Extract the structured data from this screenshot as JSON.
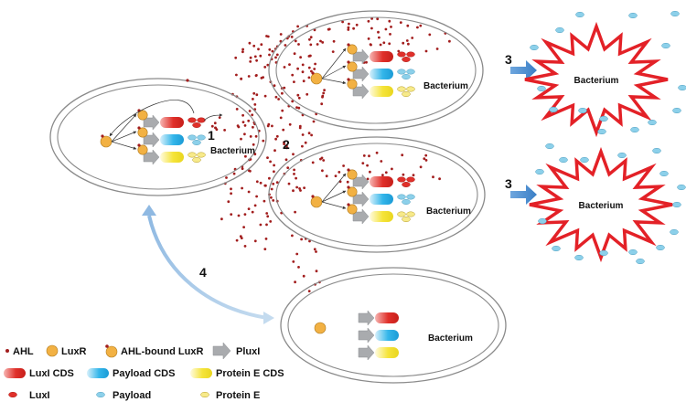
{
  "steps": {
    "s1": "1",
    "s2": "2",
    "s3a": "3",
    "s3b": "3",
    "s4": "4"
  },
  "cells": {
    "cell1": "Bacterium",
    "cell2": "Bacterium",
    "cell3": "Bacterium",
    "cell4": "Bacterium",
    "burst1": "Bacterium",
    "burst2": "Bacterium"
  },
  "legend": {
    "ahl": "AHL",
    "luxr": "LuxR",
    "ahl_bound_luxr": "AHL-bound LuxR",
    "pluxi": "PluxI",
    "luxi_cds": "LuxI CDS",
    "payload_cds": "Payload CDS",
    "protein_e_cds": "Protein E CDS",
    "luxi": "LuxI",
    "payload": "Payload",
    "protein_e": "Protein E"
  },
  "colors": {
    "ahl": "#a21d1d",
    "luxr": "#f2b143",
    "promoter": "#a9abae",
    "luxi": "#e0302a",
    "payload": "#8cd0ea",
    "protein_e": "#f7ea8a",
    "burst_stroke": "#e32127",
    "arrow_blue": "#4f90d4"
  }
}
